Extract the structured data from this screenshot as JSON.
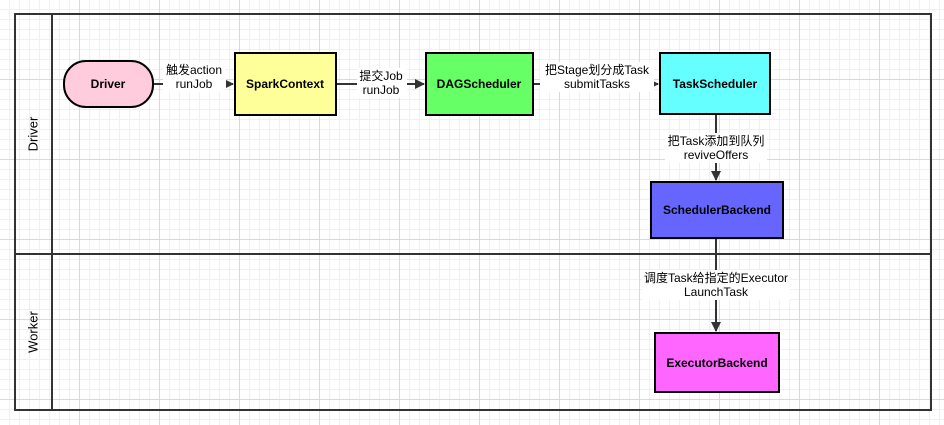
{
  "lanes": [
    {
      "label": "Driver"
    },
    {
      "label": "Worker"
    }
  ],
  "nodes": {
    "driver": {
      "label": "Driver",
      "fill": "#ffccdd"
    },
    "spark_context": {
      "label": "SparkContext",
      "fill": "#ffff99"
    },
    "dag_scheduler": {
      "label": "DAGScheduler",
      "fill": "#66ff66"
    },
    "task_scheduler": {
      "label": "TaskScheduler",
      "fill": "#66ffff"
    },
    "scheduler_backend": {
      "label": "SchedulerBackend",
      "fill": "#6666ff"
    },
    "executor_backend": {
      "label": "ExecutorBackend",
      "fill": "#ff66ff"
    }
  },
  "edges": {
    "driver_to_sc": {
      "line1": "触发action",
      "line2": "runJob"
    },
    "sc_to_dag": {
      "line1": "提交Job",
      "line2": "runJob"
    },
    "dag_to_ts": {
      "line1": "把Stage划分成Task",
      "line2": "submitTasks"
    },
    "ts_to_sb": {
      "line1": "把Task添加到队列",
      "line2": "reviveOffers"
    },
    "sb_to_eb": {
      "line1": "调度Task给指定的Executor",
      "line2": "LaunchTask"
    }
  },
  "colors": {
    "stroke": "#000000",
    "edge": "#333333",
    "lane_border": "#333333"
  }
}
